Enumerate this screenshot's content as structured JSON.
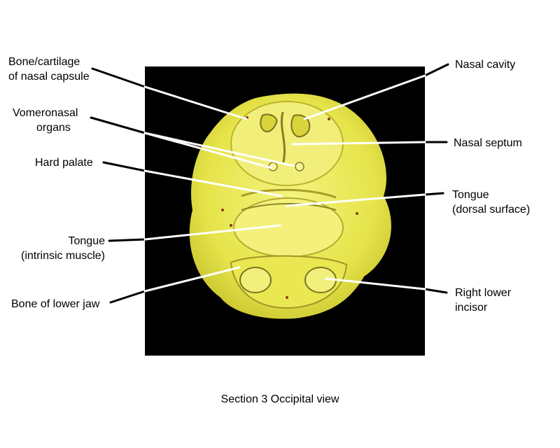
{
  "caption": "Section 3 Occipital view",
  "colors": {
    "background": "#ffffff",
    "photo_background": "#000000",
    "tissue": "#e7e64c",
    "tissue_light": "#f1ef7a",
    "leader_line": "#ffffff"
  },
  "labels": {
    "bone_cartilage_nasal_capsule": [
      "Bone/cartilage",
      "of nasal capsule"
    ],
    "vomeronasal_organs": [
      "Vomeronasal",
      "organs"
    ],
    "hard_palate": [
      "Hard palate"
    ],
    "tongue_intrinsic_muscle": [
      "Tongue",
      "(intrinsic muscle)"
    ],
    "bone_of_lower_jaw": [
      "Bone of lower jaw"
    ],
    "nasal_cavity": [
      "Nasal cavity"
    ],
    "nasal_septum": [
      "Nasal septum"
    ],
    "tongue_dorsal_surface": [
      "Tongue",
      "(dorsal surface)"
    ],
    "right_lower_incisor": [
      "Right lower",
      "incisor"
    ]
  }
}
